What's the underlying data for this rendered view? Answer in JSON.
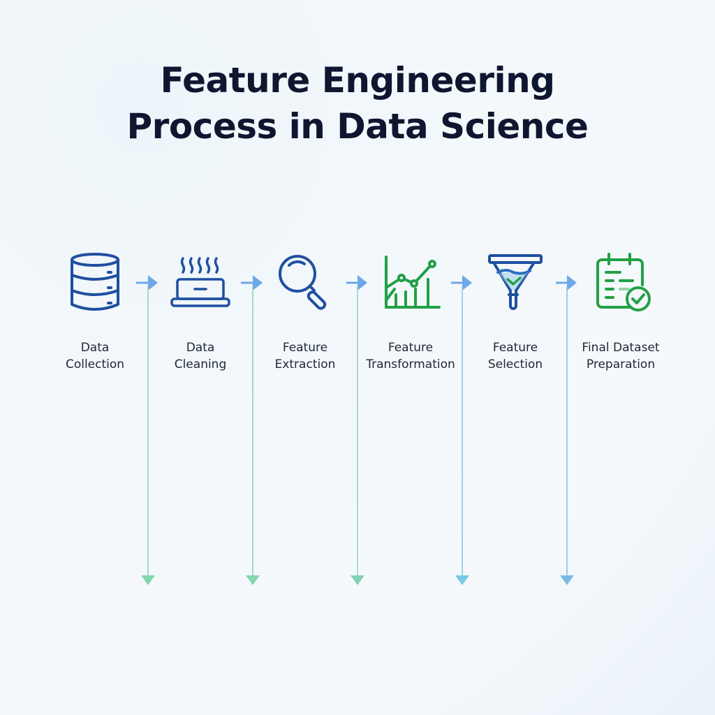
{
  "title": {
    "line1": "Feature Engineering",
    "line2": "Process in Data Science"
  },
  "steps": [
    {
      "line1": "Data",
      "line2": "Collection",
      "icon": "database-icon",
      "color": "#1f4fa0"
    },
    {
      "line1": "Data",
      "line2": "Cleaning",
      "icon": "cleaning-device-icon",
      "color": "#1f4fa0"
    },
    {
      "line1": "Feature",
      "line2": "Extraction",
      "icon": "magnifying-glass-icon",
      "color": "#1f4fa0"
    },
    {
      "line1": "Feature",
      "line2": "Transformation",
      "icon": "chart-trend-icon",
      "color": "#22a046"
    },
    {
      "line1": "Feature",
      "line2": "Selection",
      "icon": "funnel-filter-icon",
      "color": "#1f4fa0"
    },
    {
      "line1": "Final Dataset",
      "line2": "Preparation",
      "icon": "checklist-document-icon",
      "color": "#22a046"
    }
  ],
  "connectors": {
    "arrow_color": "#6fa8e8",
    "line_colors": [
      "#8fd4b0",
      "#8fd4b0",
      "#8fd4b0",
      "#8cc8e6",
      "#8cc0e8"
    ],
    "head_colors": [
      "#84d6ad",
      "#84d6ad",
      "#84d0b2",
      "#7cc8e4",
      "#7cbae6"
    ]
  }
}
